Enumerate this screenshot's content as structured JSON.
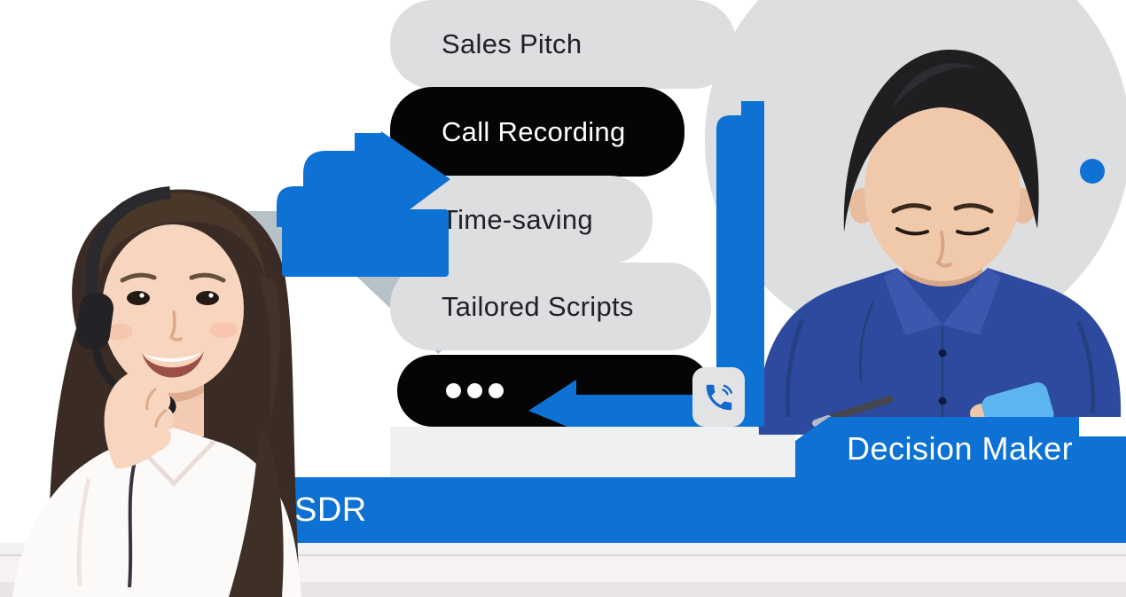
{
  "scene": {
    "left_person": {
      "label": "SDR",
      "description": "woman wearing headset"
    },
    "right_person": {
      "label": "Decision Maker",
      "description": "man in blue shirt looking at phone"
    },
    "bubbles": [
      {
        "text": "Sales Pitch",
        "variant": "gray"
      },
      {
        "text": "Call Recording",
        "variant": "dark"
      },
      {
        "text": "Time-saving",
        "variant": "gray"
      },
      {
        "text": "Tailored Scripts",
        "variant": "gray"
      }
    ],
    "typing_indicator": {
      "dots": 3
    },
    "icons": {
      "phone": "phone-call-icon",
      "arrow_right": "arrow-right-icon",
      "arrow_down": "arrow-down-bar-icon",
      "arrow_left": "arrow-left-icon",
      "chevron": "chevron-right-icon",
      "dot": "blue-dot"
    },
    "colors": {
      "primary_blue": "#0d72d3",
      "bubble_gray": "#dcdee0",
      "bubble_dark": "#050505",
      "circle_gray": "#dcdee0",
      "text_dark": "#202124",
      "text_light": "#ffffff",
      "phone_icon_blue": "#1467cd",
      "chevron_gray": "#b6c2c8"
    }
  }
}
